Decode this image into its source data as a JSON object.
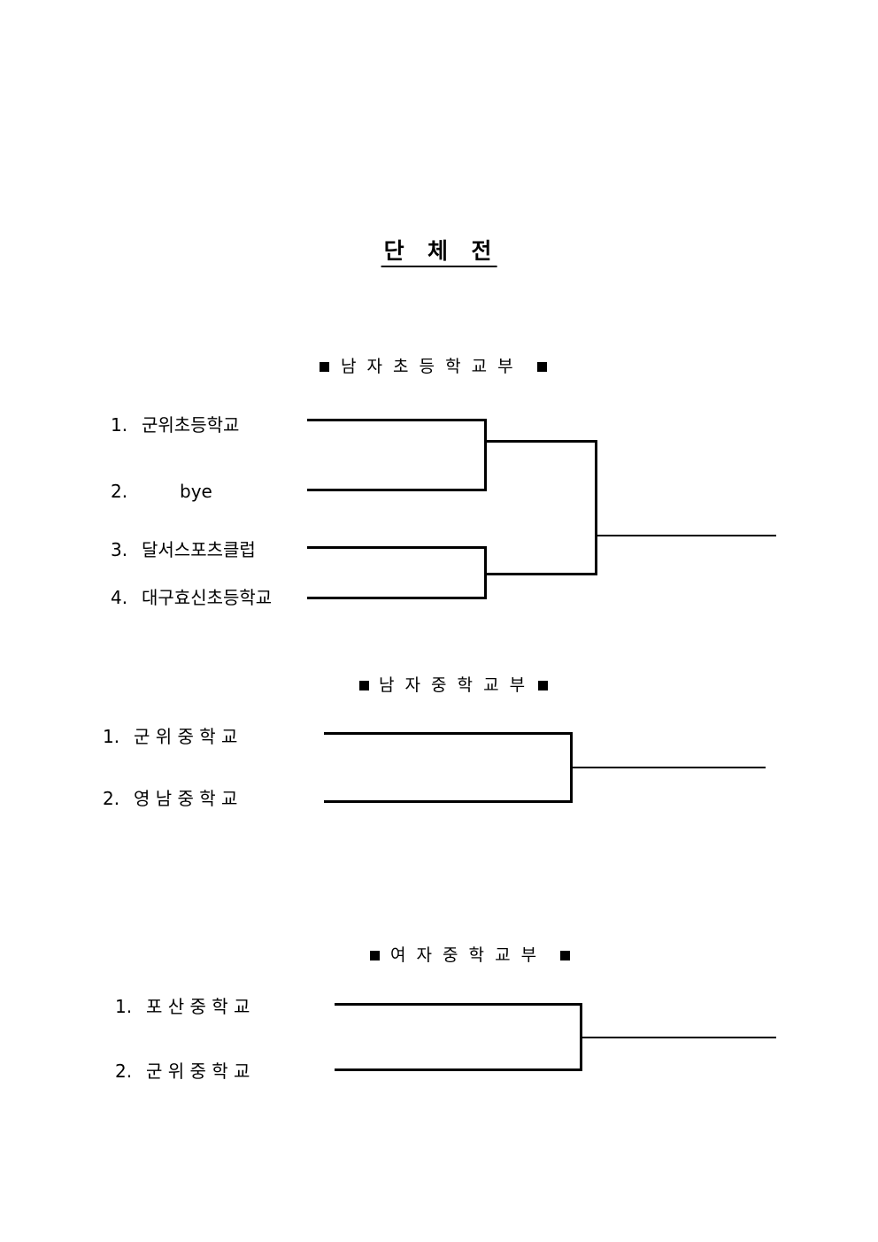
{
  "page": {
    "title": "단  체  전"
  },
  "icons": {
    "square_bullet": "■"
  },
  "sections": [
    {
      "id": "boys-elementary",
      "header": "남 자 초 등 학 교 부",
      "entries": [
        {
          "num": "1.",
          "name": "군위초등학교"
        },
        {
          "num": "2.",
          "name": "bye"
        },
        {
          "num": "3.",
          "name": "달서스포츠클럽"
        },
        {
          "num": "4.",
          "name": "대구효신초등학교"
        }
      ]
    },
    {
      "id": "boys-middle",
      "header": "남 자 중 학 교 부",
      "entries": [
        {
          "num": "1.",
          "name": "군 위 중 학 교"
        },
        {
          "num": "2.",
          "name": "영 남 중 학 교"
        }
      ]
    },
    {
      "id": "girls-middle",
      "header": "여 자 중 학 교 부",
      "entries": [
        {
          "num": "1.",
          "name": "포 산 중 학 교"
        },
        {
          "num": "2.",
          "name": "군 위 중 학 교"
        }
      ]
    }
  ]
}
